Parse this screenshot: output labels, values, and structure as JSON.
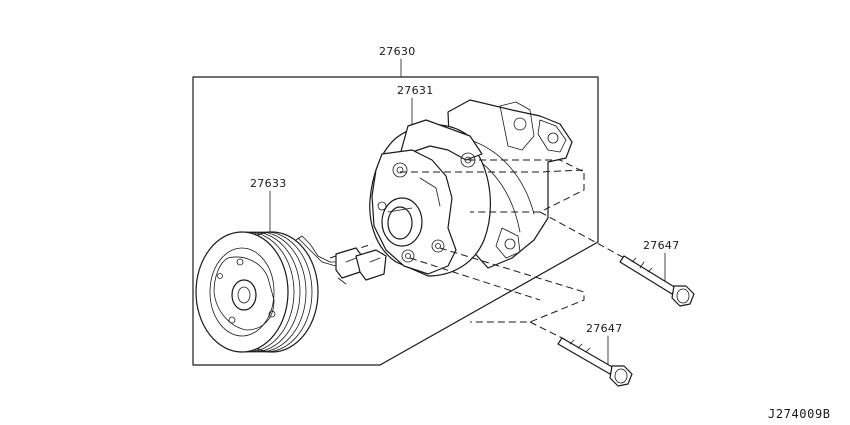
{
  "labels": {
    "assembly": "27630",
    "compressor": "27631",
    "clutch_pulley": "27633",
    "bolt_upper": "27647",
    "bolt_lower": "27647"
  },
  "reference_code": "J274009B"
}
